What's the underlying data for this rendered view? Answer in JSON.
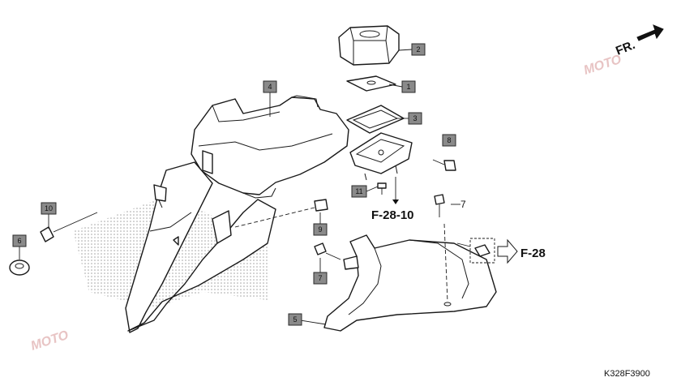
{
  "diagram": {
    "direction_label": "FR.",
    "callouts": [
      "1",
      "2",
      "3",
      "4",
      "5",
      "6",
      "7",
      "8",
      "9",
      "10",
      "11"
    ],
    "plain_label_7": "7",
    "ref_f28_10": "F-28-10",
    "ref_f28": "F-28",
    "drawing_code": "K328F3900",
    "watermark": "MOTO"
  },
  "colors": {
    "callout_fill": "#8a8a8a",
    "line": "#1a1a1a",
    "watermark": "#e8c4c4"
  }
}
